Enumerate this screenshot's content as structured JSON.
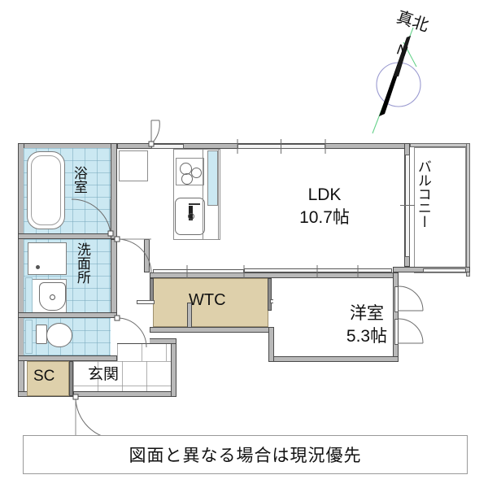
{
  "document": {
    "type": "floor-plan",
    "caption": "図面と異なる場合は現況優先"
  },
  "compass": {
    "title": "真北",
    "north_letter": "N",
    "needle_color": "#000000",
    "circle_color": "#9a9ad0",
    "axis_color": "#66d28a"
  },
  "rooms": [
    {
      "key": "bath",
      "label": "浴室",
      "orientation": "vertical",
      "fill": "#cbe8f2"
    },
    {
      "key": "washroom",
      "label": "洗面所",
      "orientation": "vertical",
      "fill": "#cbe8f2"
    },
    {
      "key": "toilet",
      "label": "",
      "orientation": "none",
      "fill": "#cbe8f2"
    },
    {
      "key": "sc",
      "label": "SC",
      "orientation": "horizontal",
      "fill": "#ded0ab"
    },
    {
      "key": "entrance",
      "label": "玄関",
      "orientation": "horizontal",
      "fill": "#ffffff"
    },
    {
      "key": "wtc",
      "label": "WTC",
      "orientation": "horizontal",
      "fill": "#ded0ab"
    },
    {
      "key": "ldk",
      "label": "LDK",
      "size": "10.7帖",
      "orientation": "horizontal",
      "fill": "#ffffff"
    },
    {
      "key": "bedroom",
      "label": "洋室",
      "size": "5.3帖",
      "orientation": "horizontal",
      "fill": "#ffffff"
    },
    {
      "key": "balcony",
      "label": "バルコニー",
      "orientation": "vertical",
      "fill": "#ffffff"
    }
  ],
  "labels": {
    "bath": "浴室",
    "washroom": "洗面所",
    "sc": "SC",
    "entrance": "玄関",
    "wtc": "WTC",
    "ldk_name": "LDK",
    "ldk_size": "10.7帖",
    "bedroom_name": "洋室",
    "bedroom_size": "5.3帖",
    "balcony": "バルコニー"
  },
  "fixtures": [
    {
      "name": "bathtub",
      "room": "bath"
    },
    {
      "name": "washbasin",
      "room": "washroom"
    },
    {
      "name": "mirror-cabinet",
      "room": "washroom"
    },
    {
      "name": "toilet",
      "room": "toilet"
    },
    {
      "name": "stove-3-burner",
      "room": "kitchen"
    },
    {
      "name": "kitchen-sink",
      "room": "kitchen"
    },
    {
      "name": "range-hood",
      "room": "kitchen"
    }
  ],
  "colors": {
    "wall": "#b9b9b9",
    "wall_outline": "#4a4a4a",
    "tile": "#cbe8f2",
    "closet": "#ded0ab",
    "background": "#ffffff"
  }
}
